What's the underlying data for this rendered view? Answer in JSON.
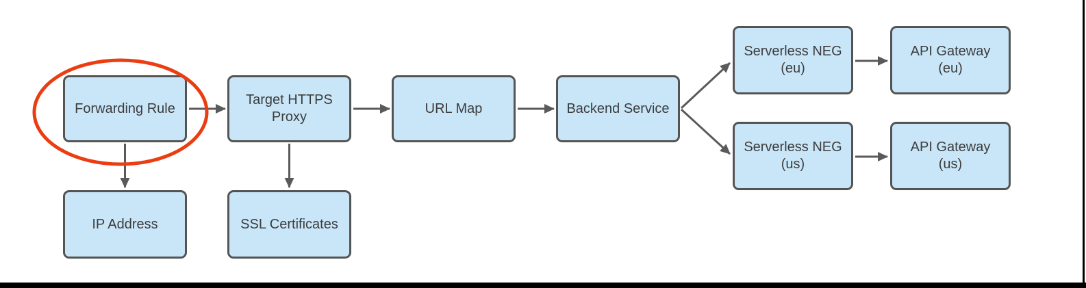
{
  "diagram": {
    "type": "flowchart",
    "nodes": {
      "forwarding_rule": {
        "label": "Forwarding Rule"
      },
      "target_https_proxy": {
        "label": "Target HTTPS\nProxy"
      },
      "url_map": {
        "label": "URL Map"
      },
      "backend_service": {
        "label": "Backend Service"
      },
      "serverless_neg_eu": {
        "label": "Serverless NEG\n(eu)"
      },
      "api_gateway_eu": {
        "label": "API Gateway\n(eu)"
      },
      "serverless_neg_us": {
        "label": "Serverless NEG\n(us)"
      },
      "api_gateway_us": {
        "label": "API Gateway\n(us)"
      },
      "ip_address": {
        "label": "IP Address"
      },
      "ssl_certificates": {
        "label": "SSL Certificates"
      }
    },
    "edges": [
      {
        "from": "Forwarding Rule",
        "to": "Target HTTPS Proxy",
        "direction": "right"
      },
      {
        "from": "Target HTTPS Proxy",
        "to": "URL Map",
        "direction": "right"
      },
      {
        "from": "URL Map",
        "to": "Backend Service",
        "direction": "right"
      },
      {
        "from": "Backend Service",
        "to": "Serverless NEG (eu)",
        "direction": "up-right"
      },
      {
        "from": "Backend Service",
        "to": "Serverless NEG (us)",
        "direction": "down-right"
      },
      {
        "from": "Serverless NEG (eu)",
        "to": "API Gateway (eu)",
        "direction": "right"
      },
      {
        "from": "Serverless NEG (us)",
        "to": "API Gateway (us)",
        "direction": "right"
      },
      {
        "from": "Forwarding Rule",
        "to": "IP Address",
        "direction": "down"
      },
      {
        "from": "Target HTTPS Proxy",
        "to": "SSL Certificates",
        "direction": "down"
      }
    ],
    "annotation": {
      "shape": "ellipse",
      "around": "Forwarding Rule",
      "color": "#ea3e12"
    },
    "colors": {
      "node_fill": "#c9e6f9",
      "node_border": "#545454",
      "node_text": "#3c3c3c",
      "connector": "#5a5a5a",
      "highlight_ellipse": "#ea3e12",
      "frame": "#000000"
    }
  }
}
